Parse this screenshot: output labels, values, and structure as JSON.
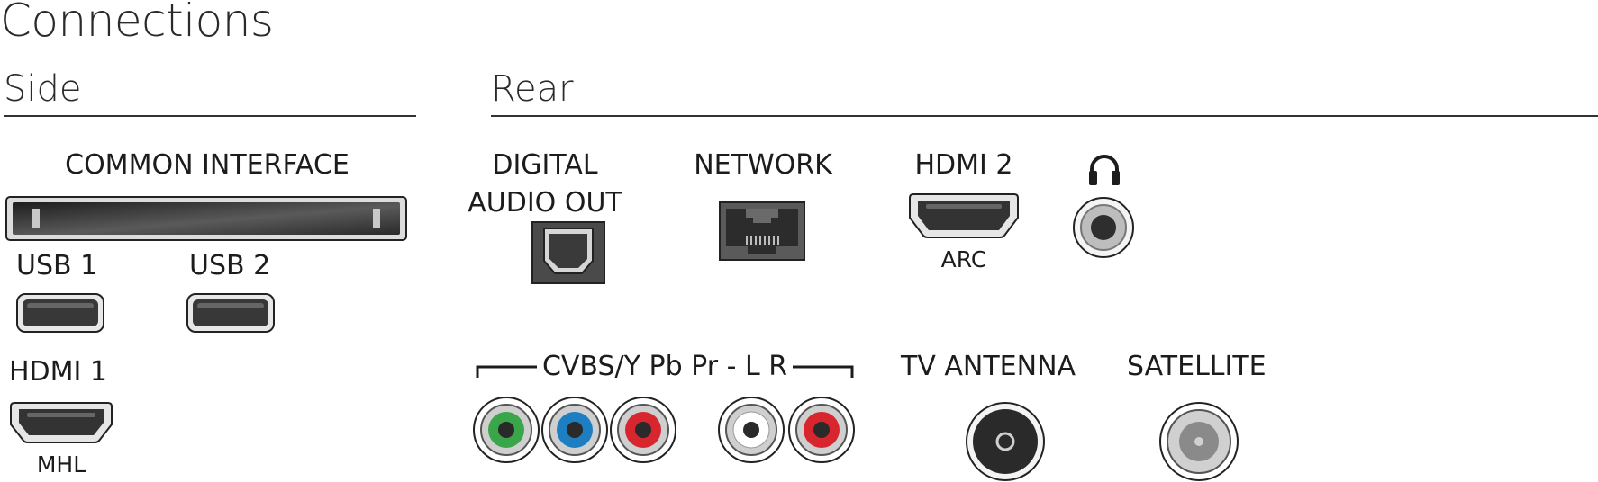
{
  "title": "Connections",
  "side": {
    "heading": "Side",
    "common_interface": "COMMON INTERFACE",
    "usb1": "USB 1",
    "usb2": "USB 2",
    "hdmi1": "HDMI 1",
    "hdmi1_sub": "MHL"
  },
  "rear": {
    "heading": "Rear",
    "digital_audio_out_line1": "DIGITAL",
    "digital_audio_out_line2": "AUDIO OUT",
    "network": "NETWORK",
    "hdmi2": "HDMI 2",
    "hdmi2_sub": "ARC",
    "cvbs_label": "CVBS/Y Pb Pr - L R",
    "tv_antenna": "TV ANTENNA",
    "satellite": "SATELLITE"
  },
  "colors": {
    "rca_green": "#3aa64a",
    "rca_blue": "#1d7fc2",
    "rca_red": "#d8262e",
    "rca_white": "#ffffff",
    "port_dark": "#2e2e2e"
  },
  "icons": [
    "headphone-icon"
  ]
}
